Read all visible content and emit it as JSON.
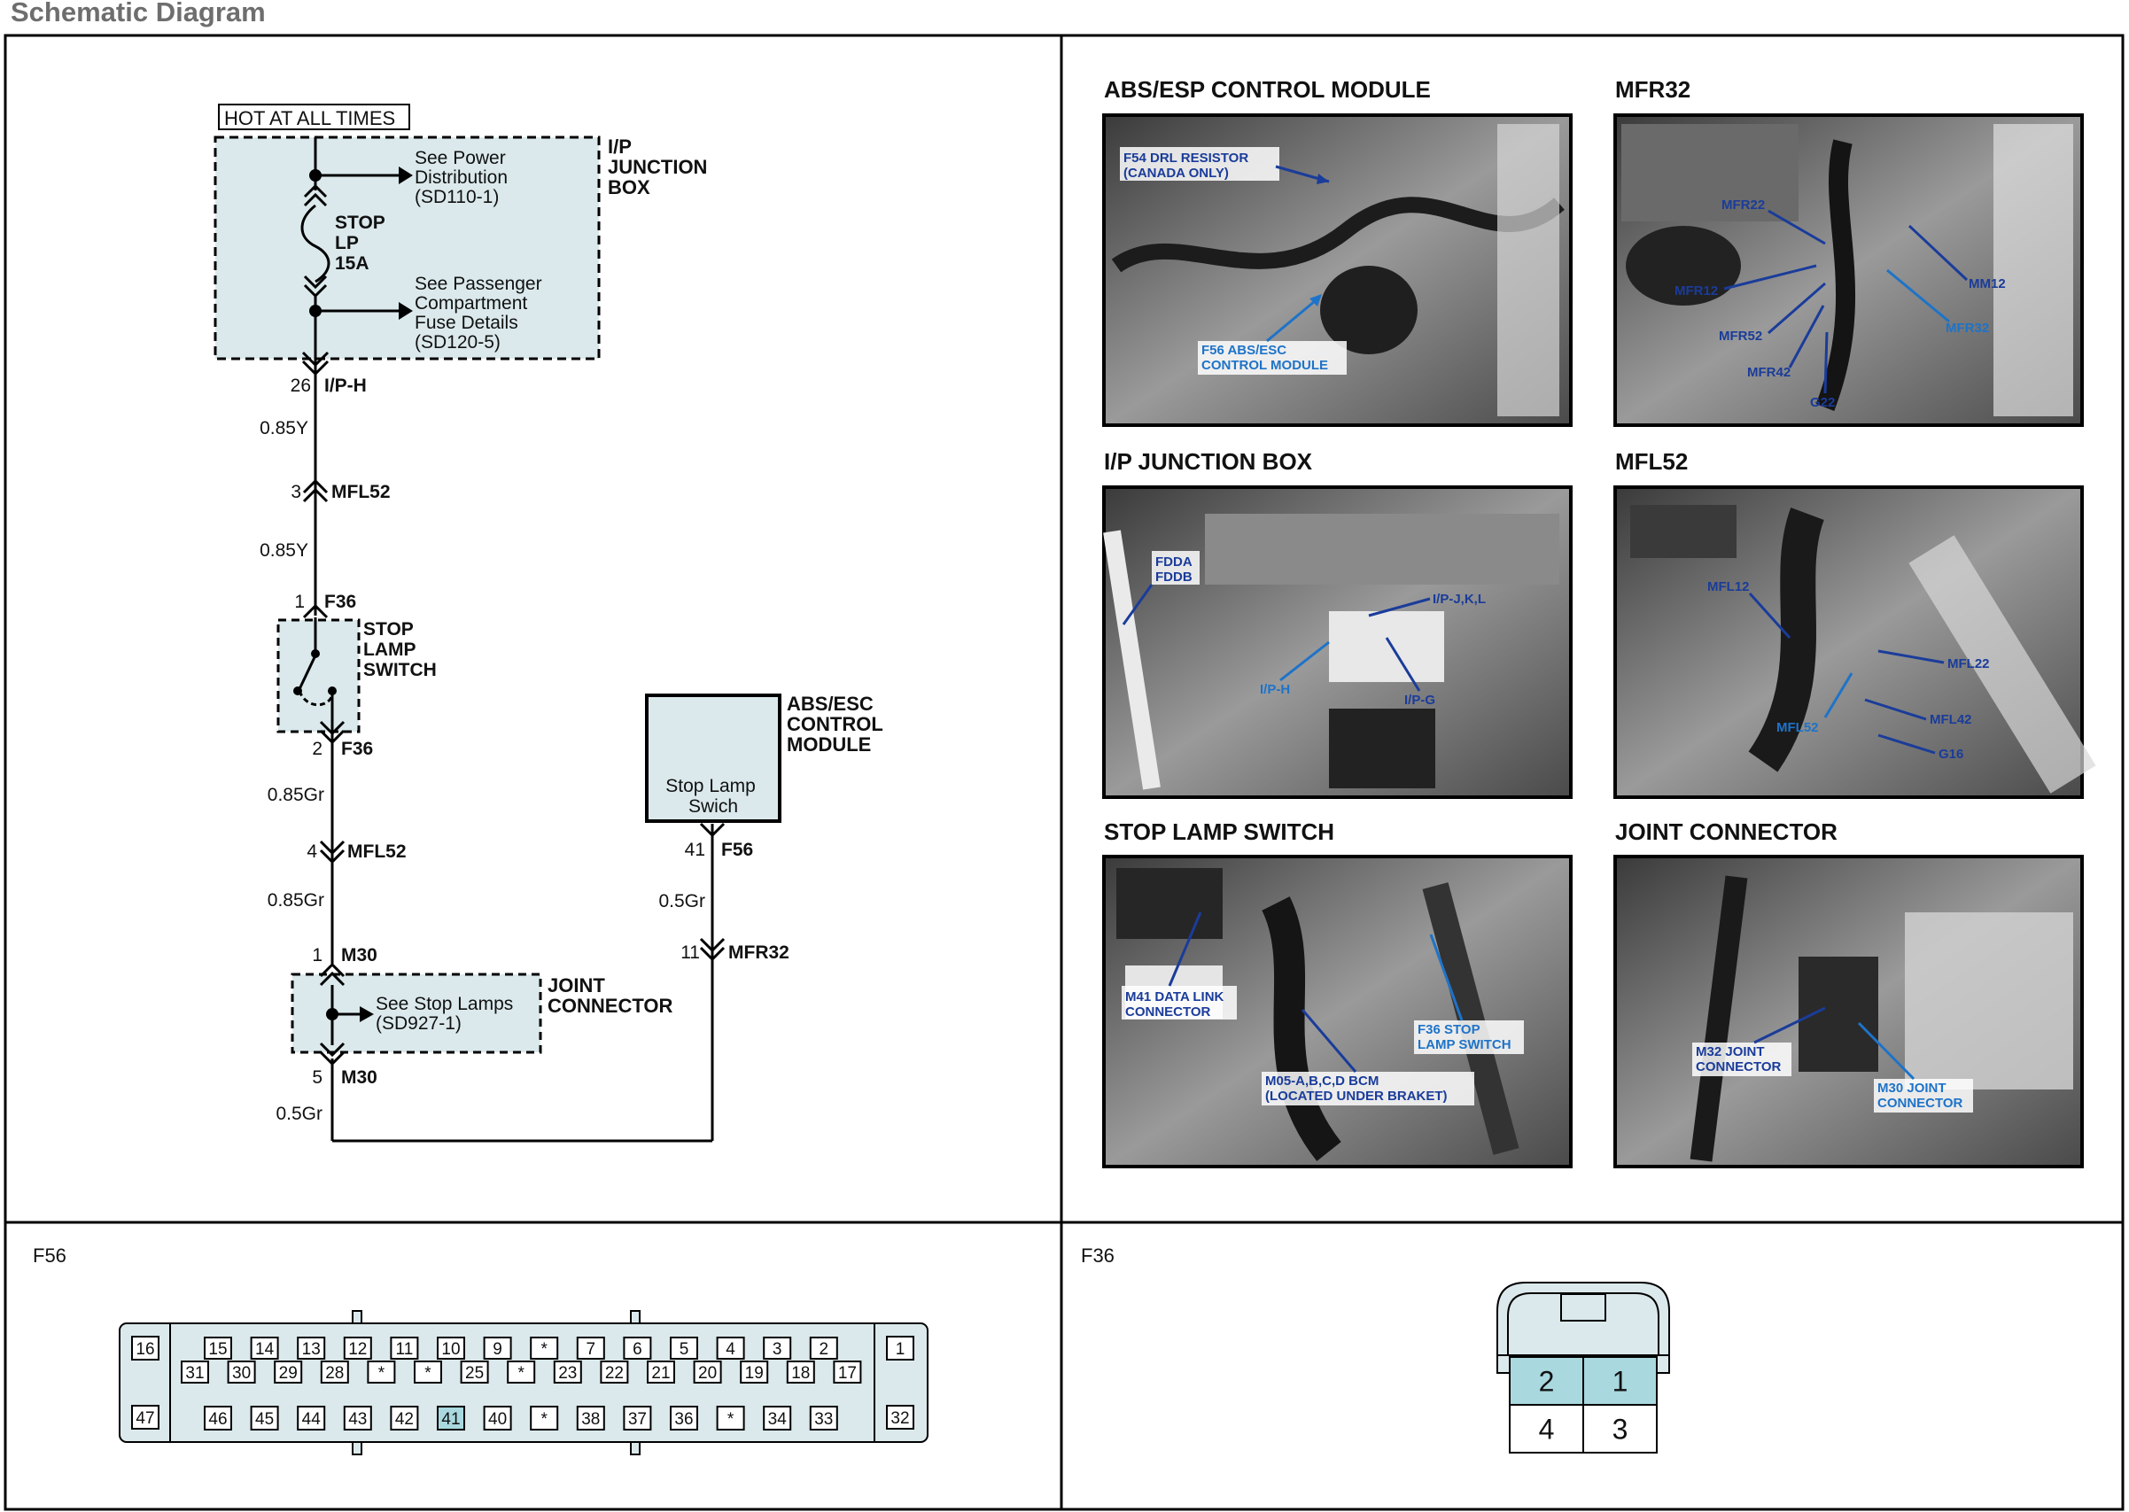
{
  "page_title": "Schematic Diagram",
  "schematic": {
    "hot_label": "HOT AT ALL TIMES",
    "junction_box": {
      "name_lines": [
        "I/P",
        "JUNCTION",
        "BOX"
      ],
      "power_ref_lines": [
        "See Power",
        "Distribution",
        "(SD110-1)"
      ],
      "fuse_lines": [
        "STOP",
        "LP",
        "15A"
      ],
      "passenger_ref_lines": [
        "See Passenger",
        "Compartment",
        "Fuse Details",
        "(SD120-5)"
      ]
    },
    "left_circuit": [
      {
        "pin": "26",
        "connector": "I/P-H"
      },
      {
        "wire": "0.85Y"
      },
      {
        "pin": "3",
        "connector": "MFL52"
      },
      {
        "wire": "0.85Y"
      },
      {
        "pin": "1",
        "connector": "F36"
      },
      {
        "pin": "2",
        "connector": "F36"
      },
      {
        "wire": "0.85Gr"
      },
      {
        "pin": "4",
        "connector": "MFL52"
      },
      {
        "wire": "0.85Gr"
      },
      {
        "pin": "1",
        "connector": "M30"
      },
      {
        "pin": "5",
        "connector": "M30"
      },
      {
        "wire": "0.5Gr"
      }
    ],
    "stop_lamp_switch_lines": [
      "STOP",
      "LAMP",
      "SWITCH"
    ],
    "joint_connector": {
      "name_lines": [
        "JOINT",
        "CONNECTOR"
      ],
      "ref_lines": [
        "See Stop Lamps",
        "(SD927-1)"
      ]
    },
    "abs_module": {
      "name_lines": [
        "ABS/ESC",
        "CONTROL",
        "MODULE"
      ],
      "inner_lines": [
        "Stop Lamp",
        "Swich"
      ]
    },
    "right_circuit": [
      {
        "pin": "41",
        "connector": "F56"
      },
      {
        "wire": "0.5Gr"
      },
      {
        "pin": "11",
        "connector": "MFR32"
      }
    ]
  },
  "photos": [
    {
      "title": "ABS/ESP CONTROL MODULE",
      "labels": [
        "F54 DRL RESISTOR",
        "(CANADA ONLY)",
        "F56 ABS/ESC",
        "CONTROL MODULE"
      ]
    },
    {
      "title": "MFR32",
      "labels": [
        "MFR22",
        "MFR12",
        "MFR52",
        "MFR42",
        "G22",
        "MM12",
        "MFR32"
      ]
    },
    {
      "title": "I/P JUNCTION BOX",
      "labels": [
        "FDDA",
        "FDDB",
        "I/P-J,K,L",
        "I/P-H",
        "I/P-G"
      ]
    },
    {
      "title": "MFL52",
      "labels": [
        "MFL12",
        "MFL22",
        "MFL42",
        "MFL52",
        "G16"
      ]
    },
    {
      "title": "STOP LAMP SWITCH",
      "labels": [
        "M41 DATA LINK",
        "CONNECTOR",
        "F36 STOP",
        "LAMP SWITCH",
        "M05-A,B,C,D BCM",
        "(LOCATED UNDER BRAKET)"
      ]
    },
    {
      "title": "JOINT CONNECTOR",
      "labels": [
        "M32 JOINT",
        "CONNECTOR",
        "M30 JOINT",
        "CONNECTOR"
      ]
    }
  ],
  "f56_connector": {
    "title": "F56",
    "left_pins": [
      "16",
      "47"
    ],
    "right_pins": [
      "1",
      "32"
    ],
    "row1": [
      "15",
      "14",
      "13",
      "12",
      "11",
      "10",
      "9",
      "*",
      "7",
      "6",
      "5",
      "4",
      "3",
      "2"
    ],
    "row2": [
      "31",
      "30",
      "29",
      "28",
      "*",
      "*",
      "25",
      "*",
      "23",
      "22",
      "21",
      "20",
      "19",
      "18",
      "17"
    ],
    "row3": [
      "46",
      "45",
      "44",
      "43",
      "42",
      "41",
      "40",
      "*",
      "38",
      "37",
      "36",
      "*",
      "34",
      "33"
    ],
    "highlight_pin": "41",
    "highlight_color": "#a9d8df"
  },
  "f36_connector": {
    "title": "F36",
    "top_pins": [
      "2",
      "1"
    ],
    "bottom_pins": [
      "4",
      "3"
    ],
    "highlight_color": "#a9d8df"
  }
}
